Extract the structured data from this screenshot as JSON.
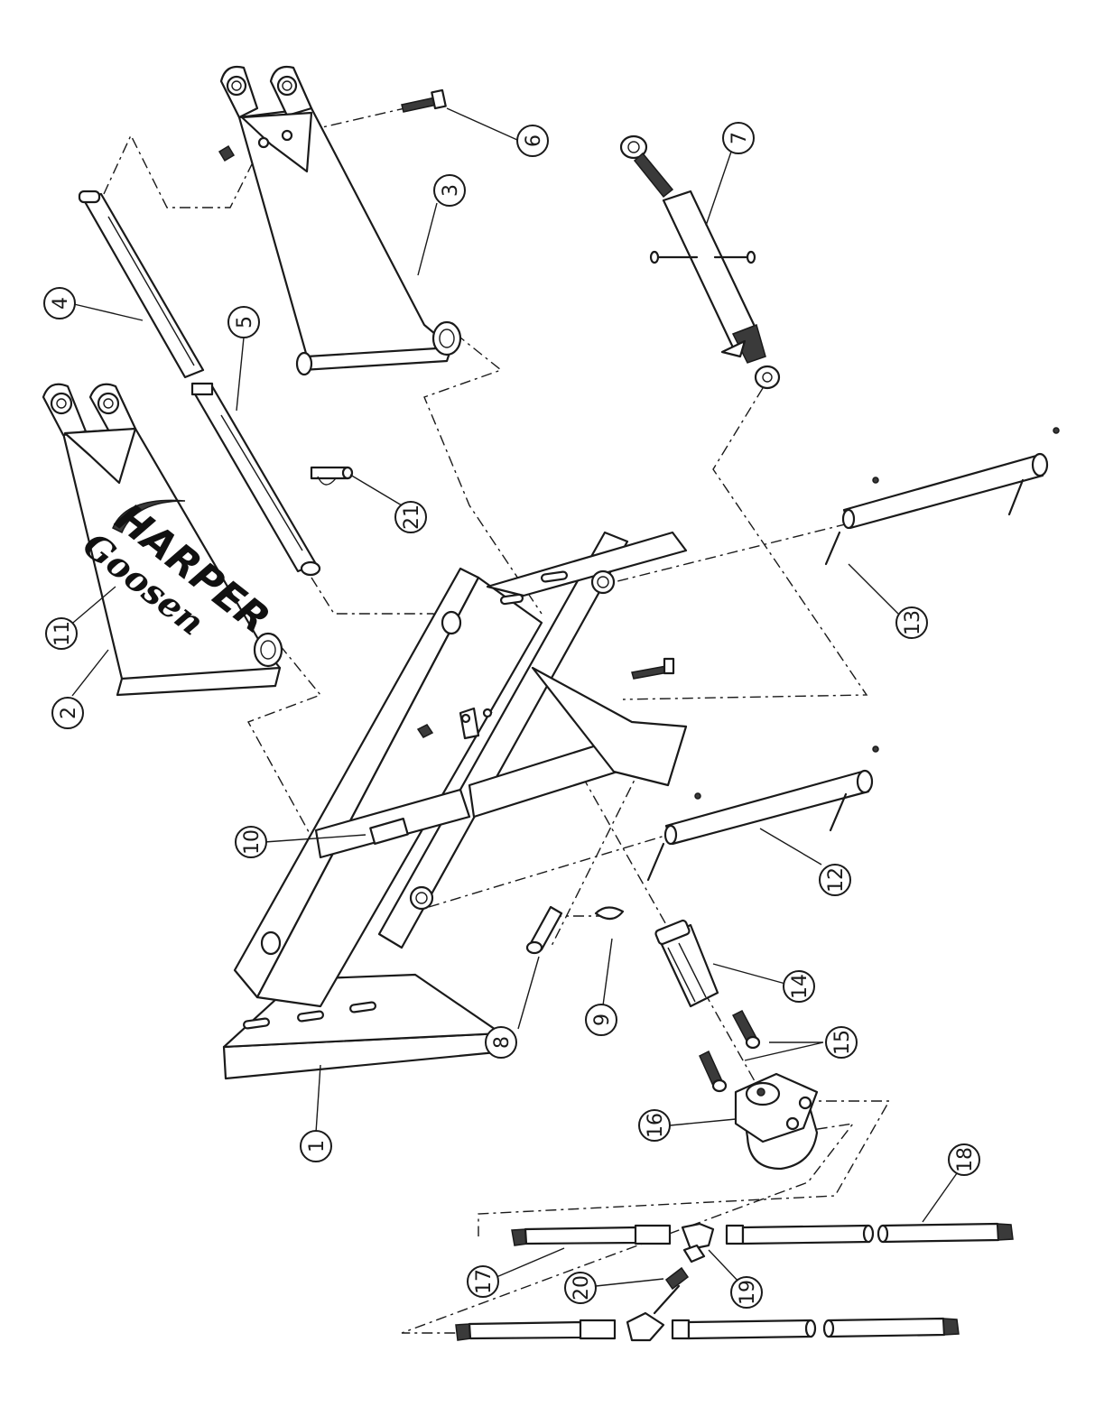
{
  "diagram": {
    "callouts": [
      {
        "id": "c1",
        "label": "1"
      },
      {
        "id": "c2",
        "label": "2"
      },
      {
        "id": "c3",
        "label": "3"
      },
      {
        "id": "c4",
        "label": "4"
      },
      {
        "id": "c5",
        "label": "5"
      },
      {
        "id": "c6",
        "label": "6"
      },
      {
        "id": "c7",
        "label": "7"
      },
      {
        "id": "c8",
        "label": "8"
      },
      {
        "id": "c9",
        "label": "9"
      },
      {
        "id": "c10",
        "label": "10"
      },
      {
        "id": "c11",
        "label": "11"
      },
      {
        "id": "c12",
        "label": "12"
      },
      {
        "id": "c13",
        "label": "13"
      },
      {
        "id": "c14",
        "label": "14"
      },
      {
        "id": "c15",
        "label": "15"
      },
      {
        "id": "c16",
        "label": "16"
      },
      {
        "id": "c17",
        "label": "17"
      },
      {
        "id": "c18",
        "label": "18"
      },
      {
        "id": "c19",
        "label": "19"
      },
      {
        "id": "c20",
        "label": "20"
      },
      {
        "id": "c21",
        "label": "21"
      }
    ],
    "logo": {
      "line1": "HARPER",
      "line2": "Goosen"
    }
  }
}
